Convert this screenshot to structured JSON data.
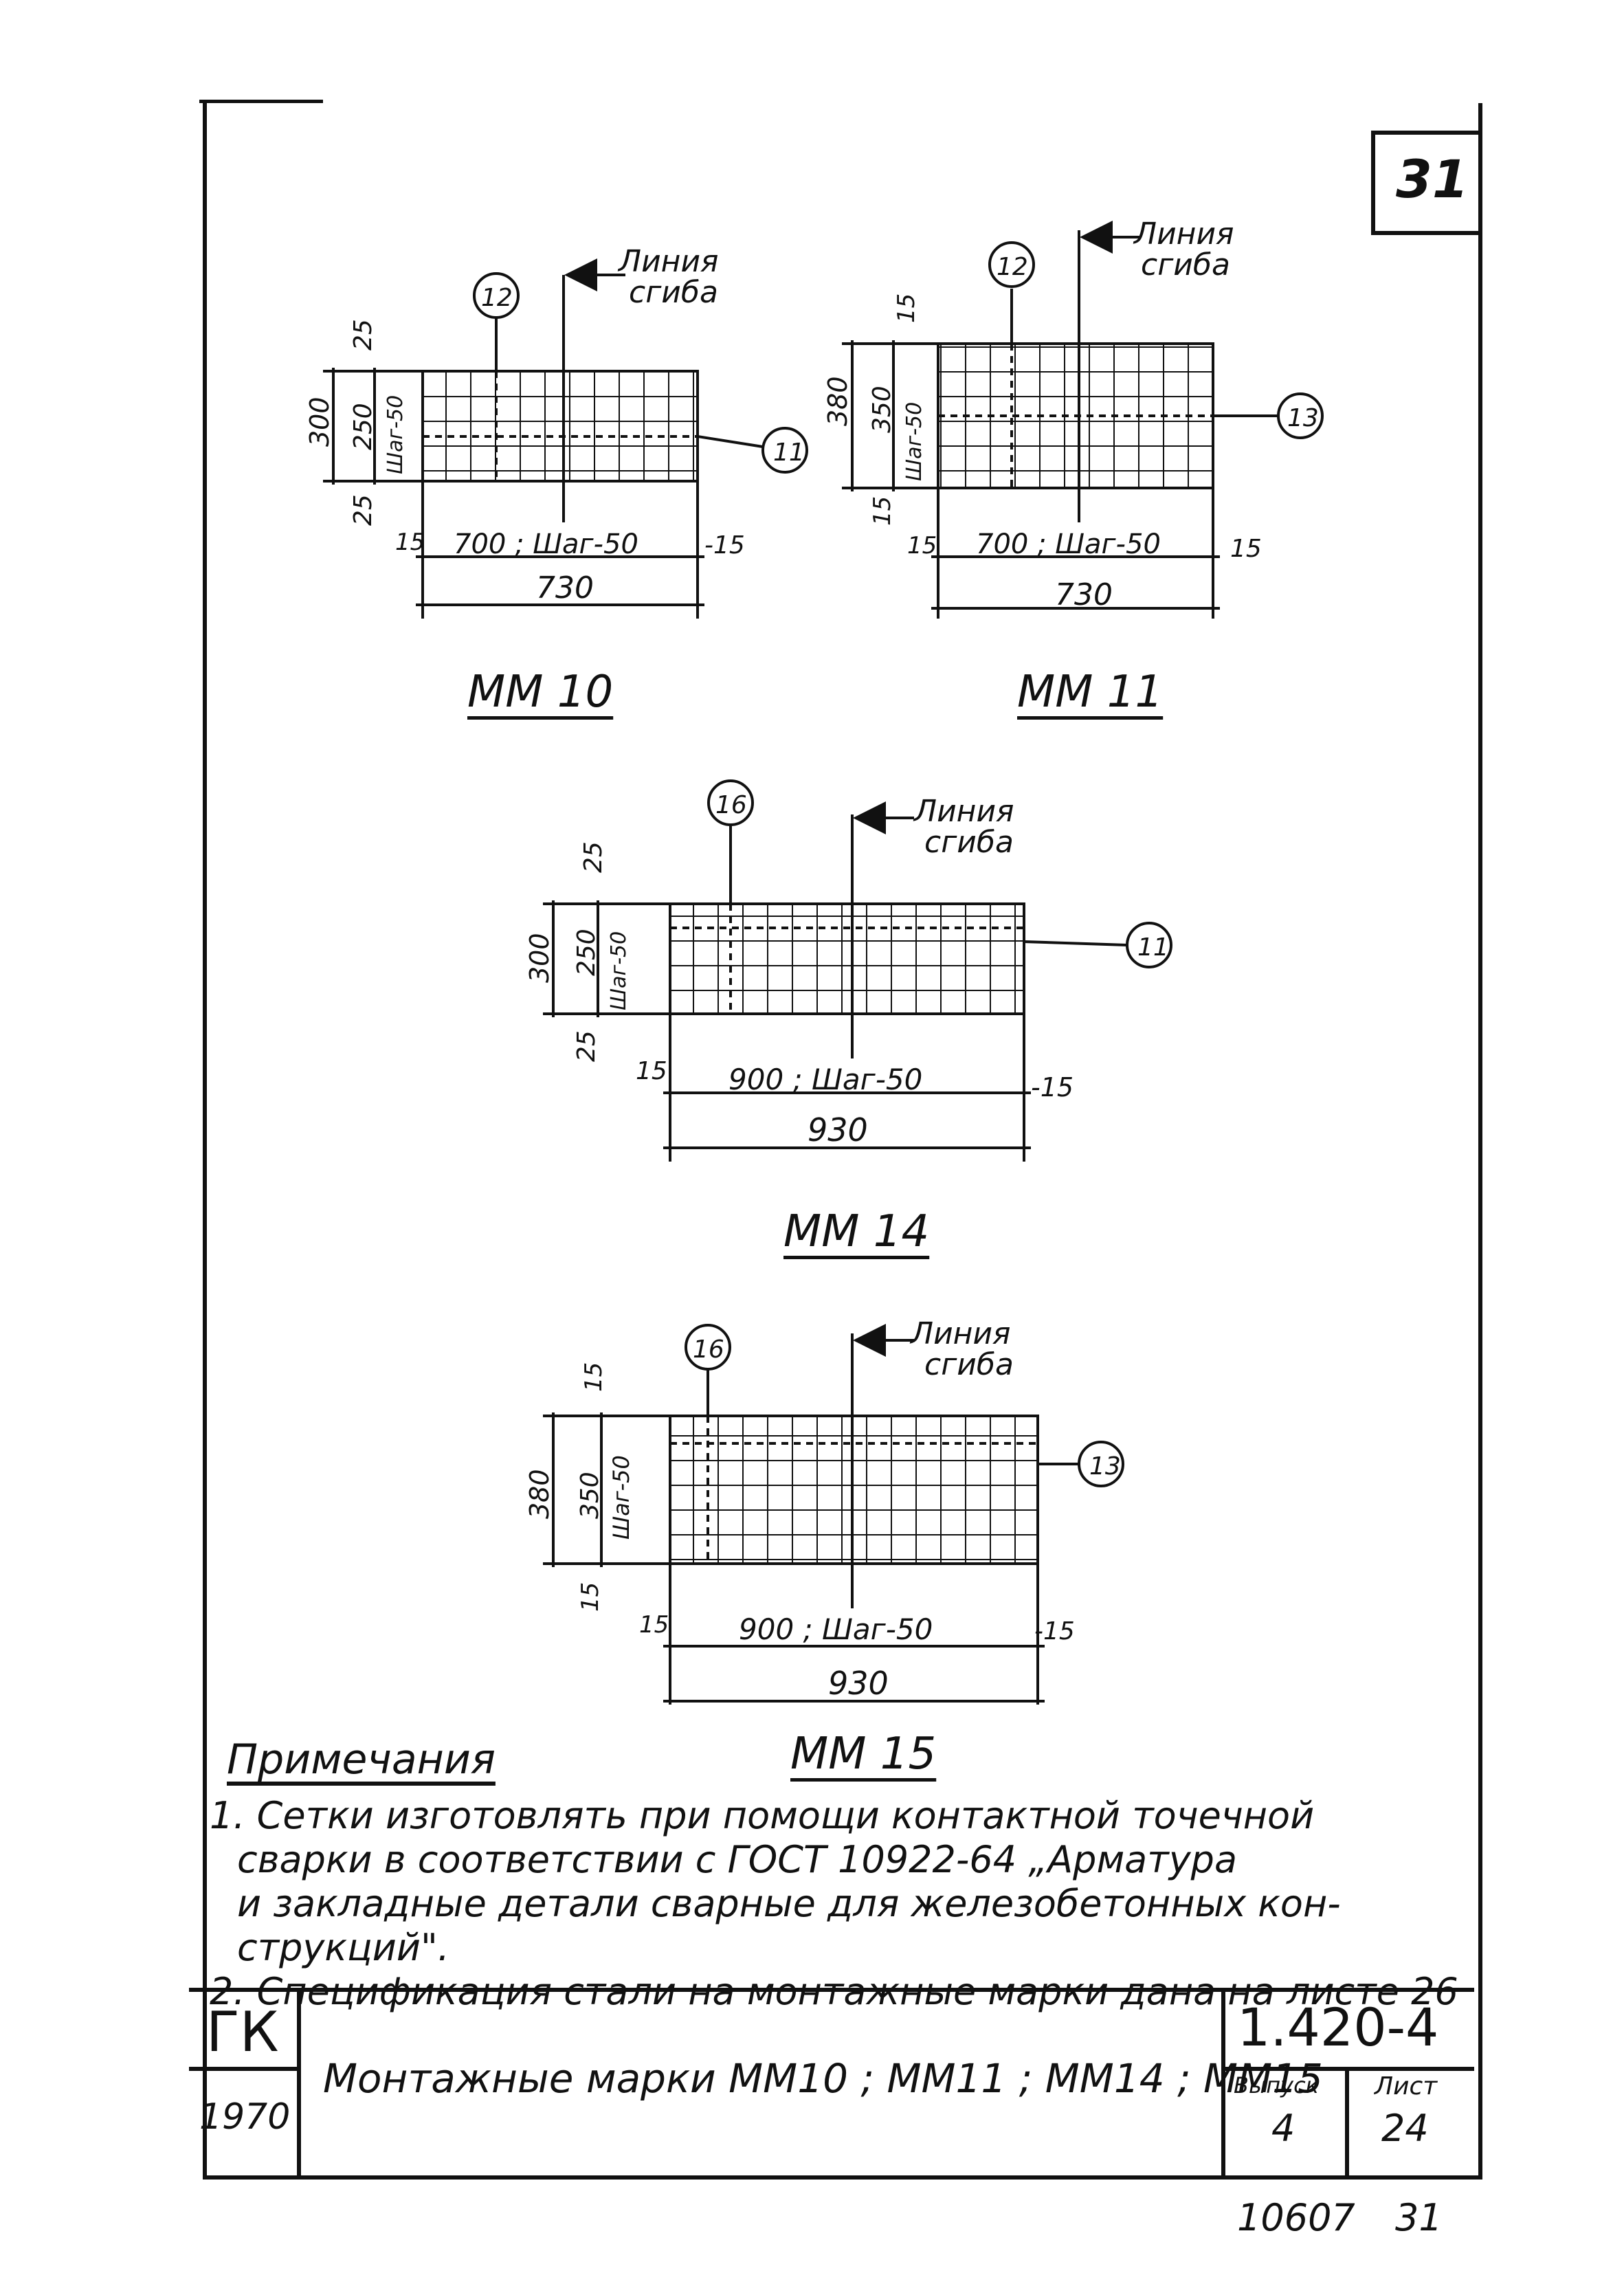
{
  "page_number": "31",
  "bend_line_label": [
    "Линия",
    "сгиба"
  ],
  "panels": [
    {
      "title": "MM 10",
      "marks": [
        "12",
        "11"
      ],
      "dims": {
        "total_height": "300",
        "top": "25",
        "middle": "250",
        "step_v": "Шаг-50",
        "bottom": "25",
        "left": "15",
        "span": "700 ; Шаг-50",
        "right": "-15",
        "total_width": "730"
      }
    },
    {
      "title": "MM 11",
      "marks": [
        "12",
        "13"
      ],
      "dims": {
        "total_height": "380",
        "top": "15",
        "middle": "350",
        "step_v": "Шаг-50",
        "bottom": "15",
        "left": "15",
        "span": "700 ; Шаг-50",
        "right": "15",
        "total_width": "730"
      }
    },
    {
      "title": "MM 14",
      "marks": [
        "16",
        "11"
      ],
      "dims": {
        "total_height": "300",
        "top": "25",
        "middle": "250",
        "step_v": "Шаг-50",
        "bottom": "25",
        "left": "15",
        "span": "900 ; Шаг-50",
        "right": "-15",
        "total_width": "930"
      }
    },
    {
      "title": "MM 15",
      "marks": [
        "16",
        "13"
      ],
      "dims": {
        "total_height": "380",
        "top": "15",
        "middle": "350",
        "step_v": "Шаг-50",
        "bottom": "15",
        "left": "15",
        "span": "900 ; Шаг-50",
        "right": "-15",
        "total_width": "930"
      }
    }
  ],
  "notes": {
    "heading": "Примечания",
    "lines": [
      "1. Сетки изготовлять при помощи контактной точечной",
      "сварки в соответствии с ГОСТ 10922-64 „Арматура",
      "и закладные детали сварные для железобетонных кон-",
      "струкций\".",
      "2. Спецификация стали на монтажные марки дана на листе 26"
    ]
  },
  "title_block": {
    "org": "ГК",
    "year": "1970",
    "title": "Монтажные марки ММ10 ; ММ11 ; ММ14 ; ММ15",
    "code": "1.420-4",
    "issue_label": "Выпуск",
    "issue_value": "4",
    "sheet_label": "Лист",
    "sheet_value": "24"
  },
  "footer": {
    "inventory": "10607",
    "page": "31"
  }
}
